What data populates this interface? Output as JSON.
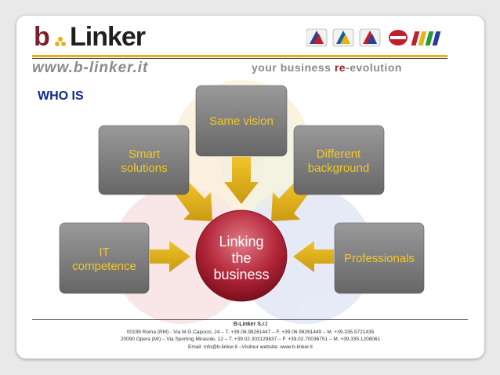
{
  "header": {
    "logo_b": "b",
    "logo_linker": "Linker",
    "url": "www.b-linker.it",
    "tagline_prefix": "your business ",
    "tagline_re": "re",
    "tagline_suffix": "-evolution"
  },
  "section_title": "WHO IS",
  "diagram": {
    "top": "Same vision",
    "top_left_line1": "Smart",
    "top_left_line2": "solutions",
    "top_right_line1": "Different",
    "top_right_line2": "background",
    "left_line1": "IT",
    "left_line2": "competence",
    "right": "Professionals",
    "center_line1": "Linking",
    "center_line2": "the",
    "center_line3": "business"
  },
  "footer": {
    "company": "B-Linker S.r.l",
    "line1": "00199 Roma (RM) - Via M.G.Capocci, 24 – T. +39.06.98261447 – F. +39.06.98261449 – M. +39.335.5721435",
    "line2": "20090 Opera (MI) – Via Sporting Mirasole, 12 – T. +39.02.303129837 – F. +39.02.70036751 – M. +39.335.1208061",
    "line3": "Email: info@b-linker.it –Visitour website: www.b-linker.it"
  },
  "colors": {
    "box_gray": "#7d7d7d",
    "box_text": "#f5c826",
    "arrow": "#d9ad18",
    "center": "#a11c2c",
    "title_blue": "#0b2a8a",
    "brand_red": "#7a1f2b"
  },
  "icons": [
    "triangle-logo-icon",
    "triangle-logo-icon-2",
    "triangle-logo-icon-3",
    "red-round-logo-icon",
    "color-bars-logo-icon"
  ]
}
